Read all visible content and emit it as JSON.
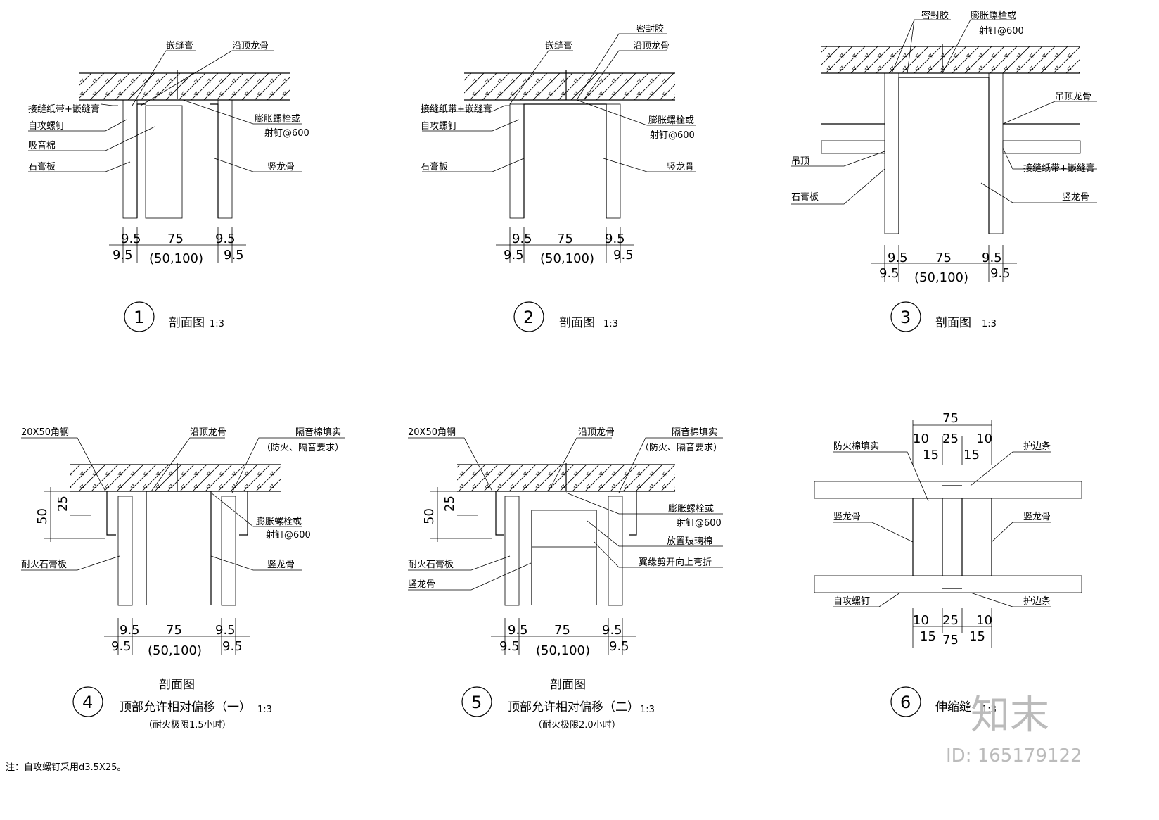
{
  "details": [
    {
      "number": "1",
      "title": "剖面图",
      "scale": "1:3",
      "labels": [
        "嵌缝膏",
        "沿顶龙骨",
        "接缝纸带+嵌缝膏",
        "自攻螺钉",
        "吸音棉",
        "石膏板",
        "膨胀螺栓或",
        "射钉@600",
        "竖龙骨"
      ],
      "dims_top": [
        "9.5",
        "75",
        "9.5"
      ],
      "dims_bottom": [
        "9.5",
        "(50,100)",
        "9.5"
      ]
    },
    {
      "number": "2",
      "title": "剖面图",
      "scale": "1:3",
      "labels": [
        "嵌缝膏",
        "密封胶",
        "沿顶龙骨",
        "接缝纸带+嵌缝膏",
        "自攻螺钉",
        "膨胀螺栓或",
        "射钉@600",
        "石膏板",
        "竖龙骨"
      ],
      "dims_top": [
        "9.5",
        "75",
        "9.5"
      ],
      "dims_bottom": [
        "9.5",
        "(50,100)",
        "9.5"
      ]
    },
    {
      "number": "3",
      "title": "剖面图",
      "scale": "1:3",
      "labels": [
        "密封胶",
        "膨胀螺栓或",
        "射钉@600",
        "吊顶龙骨",
        "吊顶",
        "接缝纸带+嵌缝膏",
        "石膏板",
        "竖龙骨"
      ],
      "dims_top": [
        "9.5",
        "75",
        "9.5"
      ],
      "dims_bottom": [
        "9.5",
        "(50,100)",
        "9.5"
      ]
    },
    {
      "number": "4",
      "title": "剖面图",
      "subtitle": "顶部允许相对偏移（一）",
      "scale": "1:3",
      "note": "（耐火极限1.5小时）",
      "labels": [
        "20X50角钢",
        "沿顶龙骨",
        "隔音棉填实",
        "（防火、隔音要求）",
        "膨胀螺栓或",
        "射钉@600",
        "耐火石膏板",
        "竖龙骨"
      ],
      "vdims": [
        "50",
        "25"
      ],
      "dims_top": [
        "9.5",
        "75",
        "9.5"
      ],
      "dims_bottom": [
        "9.5",
        "(50,100)",
        "9.5"
      ]
    },
    {
      "number": "5",
      "title": "剖面图",
      "subtitle": "顶部允许相对偏移（二）",
      "scale": "1:3",
      "note": "（耐火极限2.0小时）",
      "labels": [
        "20X50角钢",
        "沿顶龙骨",
        "隔音棉填实",
        "（防火、隔音要求）",
        "膨胀螺栓或",
        "射钉@600",
        "放置玻璃棉",
        "翼缘剪开向上弯折",
        "耐火石膏板",
        "竖龙骨"
      ],
      "vdims": [
        "50",
        "25"
      ],
      "dims_top": [
        "9.5",
        "75",
        "9.5"
      ],
      "dims_bottom": [
        "9.5",
        "(50,100)",
        "9.5"
      ]
    },
    {
      "number": "6",
      "title": "伸缩缝",
      "scale": "1:3",
      "labels": [
        "防火棉填实",
        "护边条",
        "竖龙骨",
        "竖龙骨",
        "自攻螺钉",
        "护边条"
      ],
      "dims_top": [
        "75",
        "10",
        "25",
        "10",
        "15",
        "15"
      ],
      "dims_bottom": [
        "10",
        "25",
        "10",
        "15",
        "75",
        "15"
      ]
    }
  ],
  "footnote": "注：自攻螺钉采用d3.5X25。",
  "watermark": {
    "logo": "知末",
    "id": "ID: 165179122"
  }
}
